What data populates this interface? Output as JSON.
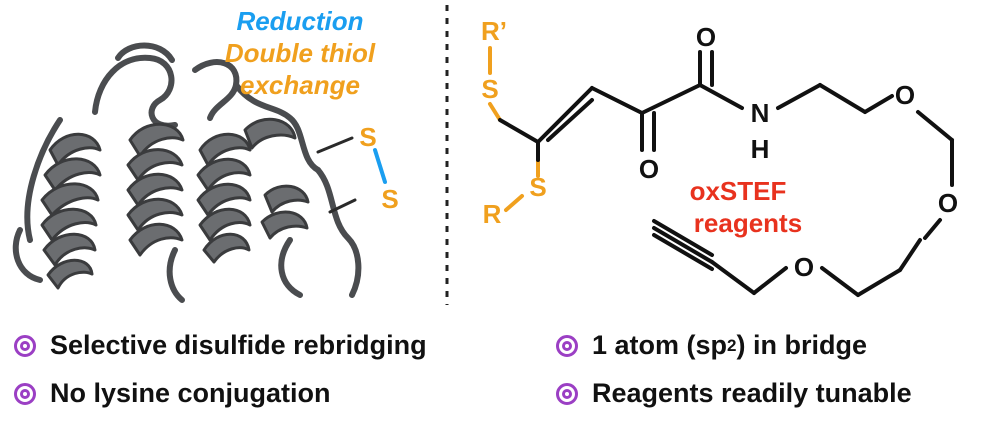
{
  "protein": {
    "labels": {
      "reduction": "Reduction",
      "double_thiol_line1": "Double thiol",
      "double_thiol_line2": "exchange",
      "sulfur_top": "S",
      "sulfur_bottom": "S"
    }
  },
  "molecule": {
    "atoms": {
      "r_prime": "R’",
      "s_top": "S",
      "s_bottom": "S",
      "r_bottom": "R",
      "o_ketone": "O",
      "o_amide": "O",
      "n": "N",
      "h": "H",
      "o_ether1": "O",
      "o_ether2": "O",
      "o_ether3": "O"
    },
    "reagent_name_line1": "oxSTEF",
    "reagent_name_line2": "reagents"
  },
  "bullets": {
    "item1": "Selective disulfide rebridging",
    "item2": "No lysine conjugation",
    "item3_pre": "1 atom (sp",
    "item3_sup": "2",
    "item3_post": ") in bridge",
    "item4": "Reagents readily tunable"
  },
  "colors": {
    "reduction_blue": "#1a9ef0",
    "sulfur_orange": "#f0a01e",
    "reagent_red": "#e8321e",
    "bullet_purple": "#9b3fc4",
    "helix_gray": "#6b6d70"
  }
}
